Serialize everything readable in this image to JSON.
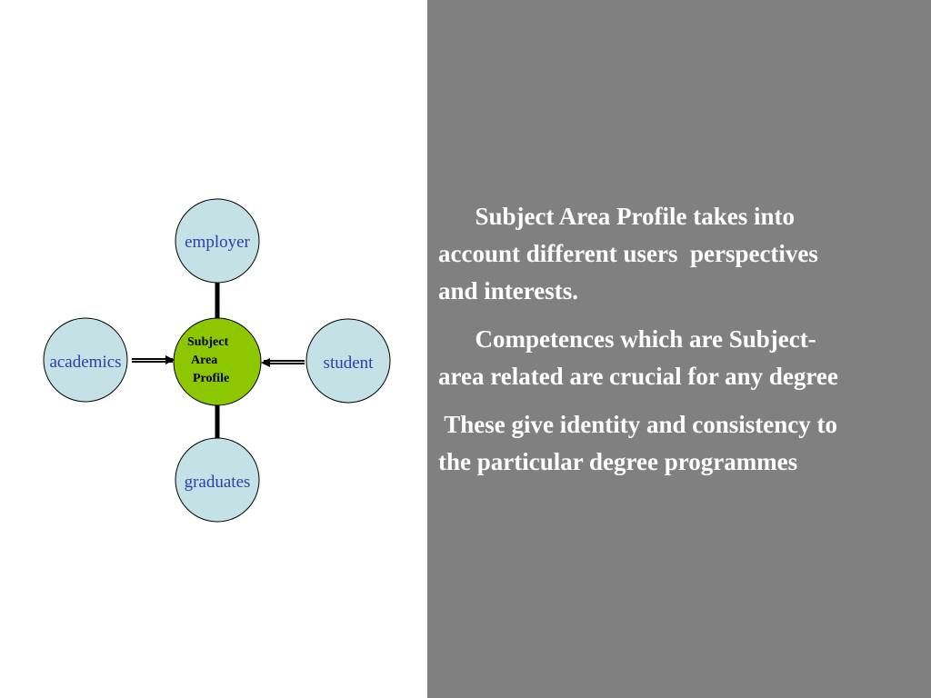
{
  "diagram": {
    "center": {
      "lines": [
        "Subject",
        "Area",
        "Profile"
      ],
      "fill": "#8cc700"
    },
    "nodes": [
      {
        "id": "employer",
        "label": "employer"
      },
      {
        "id": "academics",
        "label": "academics"
      },
      {
        "id": "student",
        "label": "student"
      },
      {
        "id": "graduates",
        "label": "graduates"
      }
    ],
    "node_fill": "#c4e1e6",
    "label_color": "#2b3fa8"
  },
  "text_panel": {
    "background": "#808080",
    "paragraphs": [
      {
        "lines": [
          "      Subject Area Profile takes into",
          "account different users  perspectives",
          "and interests."
        ]
      },
      {
        "lines": [
          "      Competences which are Subject-",
          "area related are crucial for any degree"
        ]
      },
      {
        "lines": [
          " These give identity and consistency to",
          "the particular degree programmes"
        ]
      }
    ]
  }
}
